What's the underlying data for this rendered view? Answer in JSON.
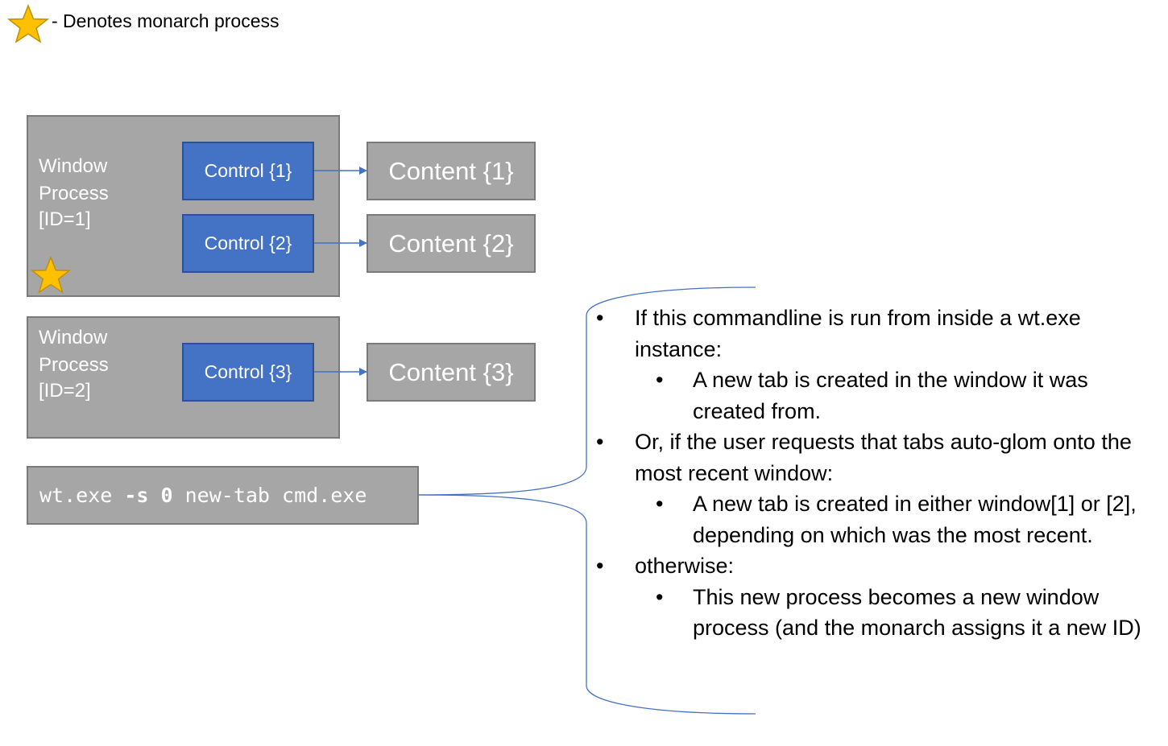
{
  "legend": {
    "icon": "star-icon",
    "text": "- Denotes monarch process"
  },
  "windows": [
    {
      "label_lines": [
        "Window",
        "Process",
        "[ID=1]"
      ],
      "is_monarch": true
    },
    {
      "label_lines": [
        "Window",
        "Process",
        "[ID=2]"
      ],
      "is_monarch": false
    }
  ],
  "controls": [
    "Control {1}",
    "Control {2}",
    "Control {3}"
  ],
  "contents": [
    "Content {1}",
    "Content {2}",
    "Content {3}"
  ],
  "command": {
    "prefix": "wt.exe ",
    "flag": "-s 0",
    "suffix": " new-tab cmd.exe"
  },
  "notes": [
    {
      "level": 1,
      "text": "If this commandline is run from inside a wt.exe instance:"
    },
    {
      "level": 2,
      "text": "A new tab is created in the window it was created from."
    },
    {
      "level": 1,
      "text": "Or, if the user requests that tabs auto-glom onto the most recent window:"
    },
    {
      "level": 2,
      "text": "A new tab is created in either window[1] or [2], depending on which was the most recent."
    },
    {
      "level": 1,
      "text": "otherwise:"
    },
    {
      "level": 2,
      "text": "This new process becomes a new window process (and the monarch assigns it a new ID)"
    }
  ],
  "colors": {
    "control_fill": "#4472c4",
    "box_fill": "#a6a6a6",
    "arrow": "#4472c4",
    "star": "#ffc000"
  }
}
